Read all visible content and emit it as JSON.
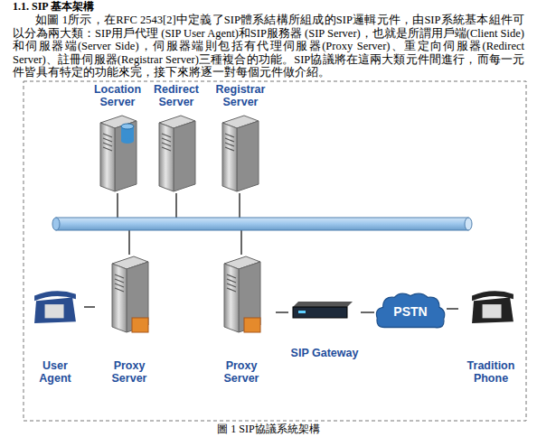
{
  "diagram": {
    "title": "1.1.  SIP 基本架構",
    "caption": "圖 1 SIP協議系統架構",
    "nodes": [
      {
        "text": [
          "Location Server"
        ]
      },
      {
        "text": [
          "Redirect Server"
        ]
      },
      {
        "text": [
          "Registrar Server"
        ]
      },
      {
        "text": [
          "User Agent"
        ]
      },
      {
        "text": [
          "Proxy Server"
        ]
      },
      {
        "text": [
          "Proxy Server"
        ]
      },
      {
        "text": [
          "SIP Gateway"
        ]
      },
      {
        "text": [
          "PSTN"
        ]
      },
      {
        "text": [
          "Tradition Phone"
        ]
      }
    ],
    "edges": [
      {
        "from": 3,
        "to": 4,
        "arrow": "none"
      },
      {
        "from": 5,
        "to": 6,
        "arrow": "none"
      },
      {
        "from": 6,
        "to": 7,
        "arrow": "none"
      },
      {
        "from": 7,
        "to": 8,
        "arrow": "none"
      }
    ],
    "labels": [
      "如圖 1所示，在RFC 2543[2]中定義了SIP體系結構所組成的SIP邏輯元件，由SIP系統基本組件可以分為兩大類：SIP用戶代理 (SIP User Agent)和SIP服務器 (SIP Server)，也就是所謂用戶端(Client Side)和伺服器端(Server Side)，伺服器端則包括有代理伺服器(Proxy Server)、重定向伺服器(Redirect Server)、註冊伺服器(Registrar Server)三種複合的功能。SIP協議將在這兩大類元件間進行，而每一元件皆具有特定的功能來完，接下來將逐一對每個元件做介紹。"
    ]
  }
}
